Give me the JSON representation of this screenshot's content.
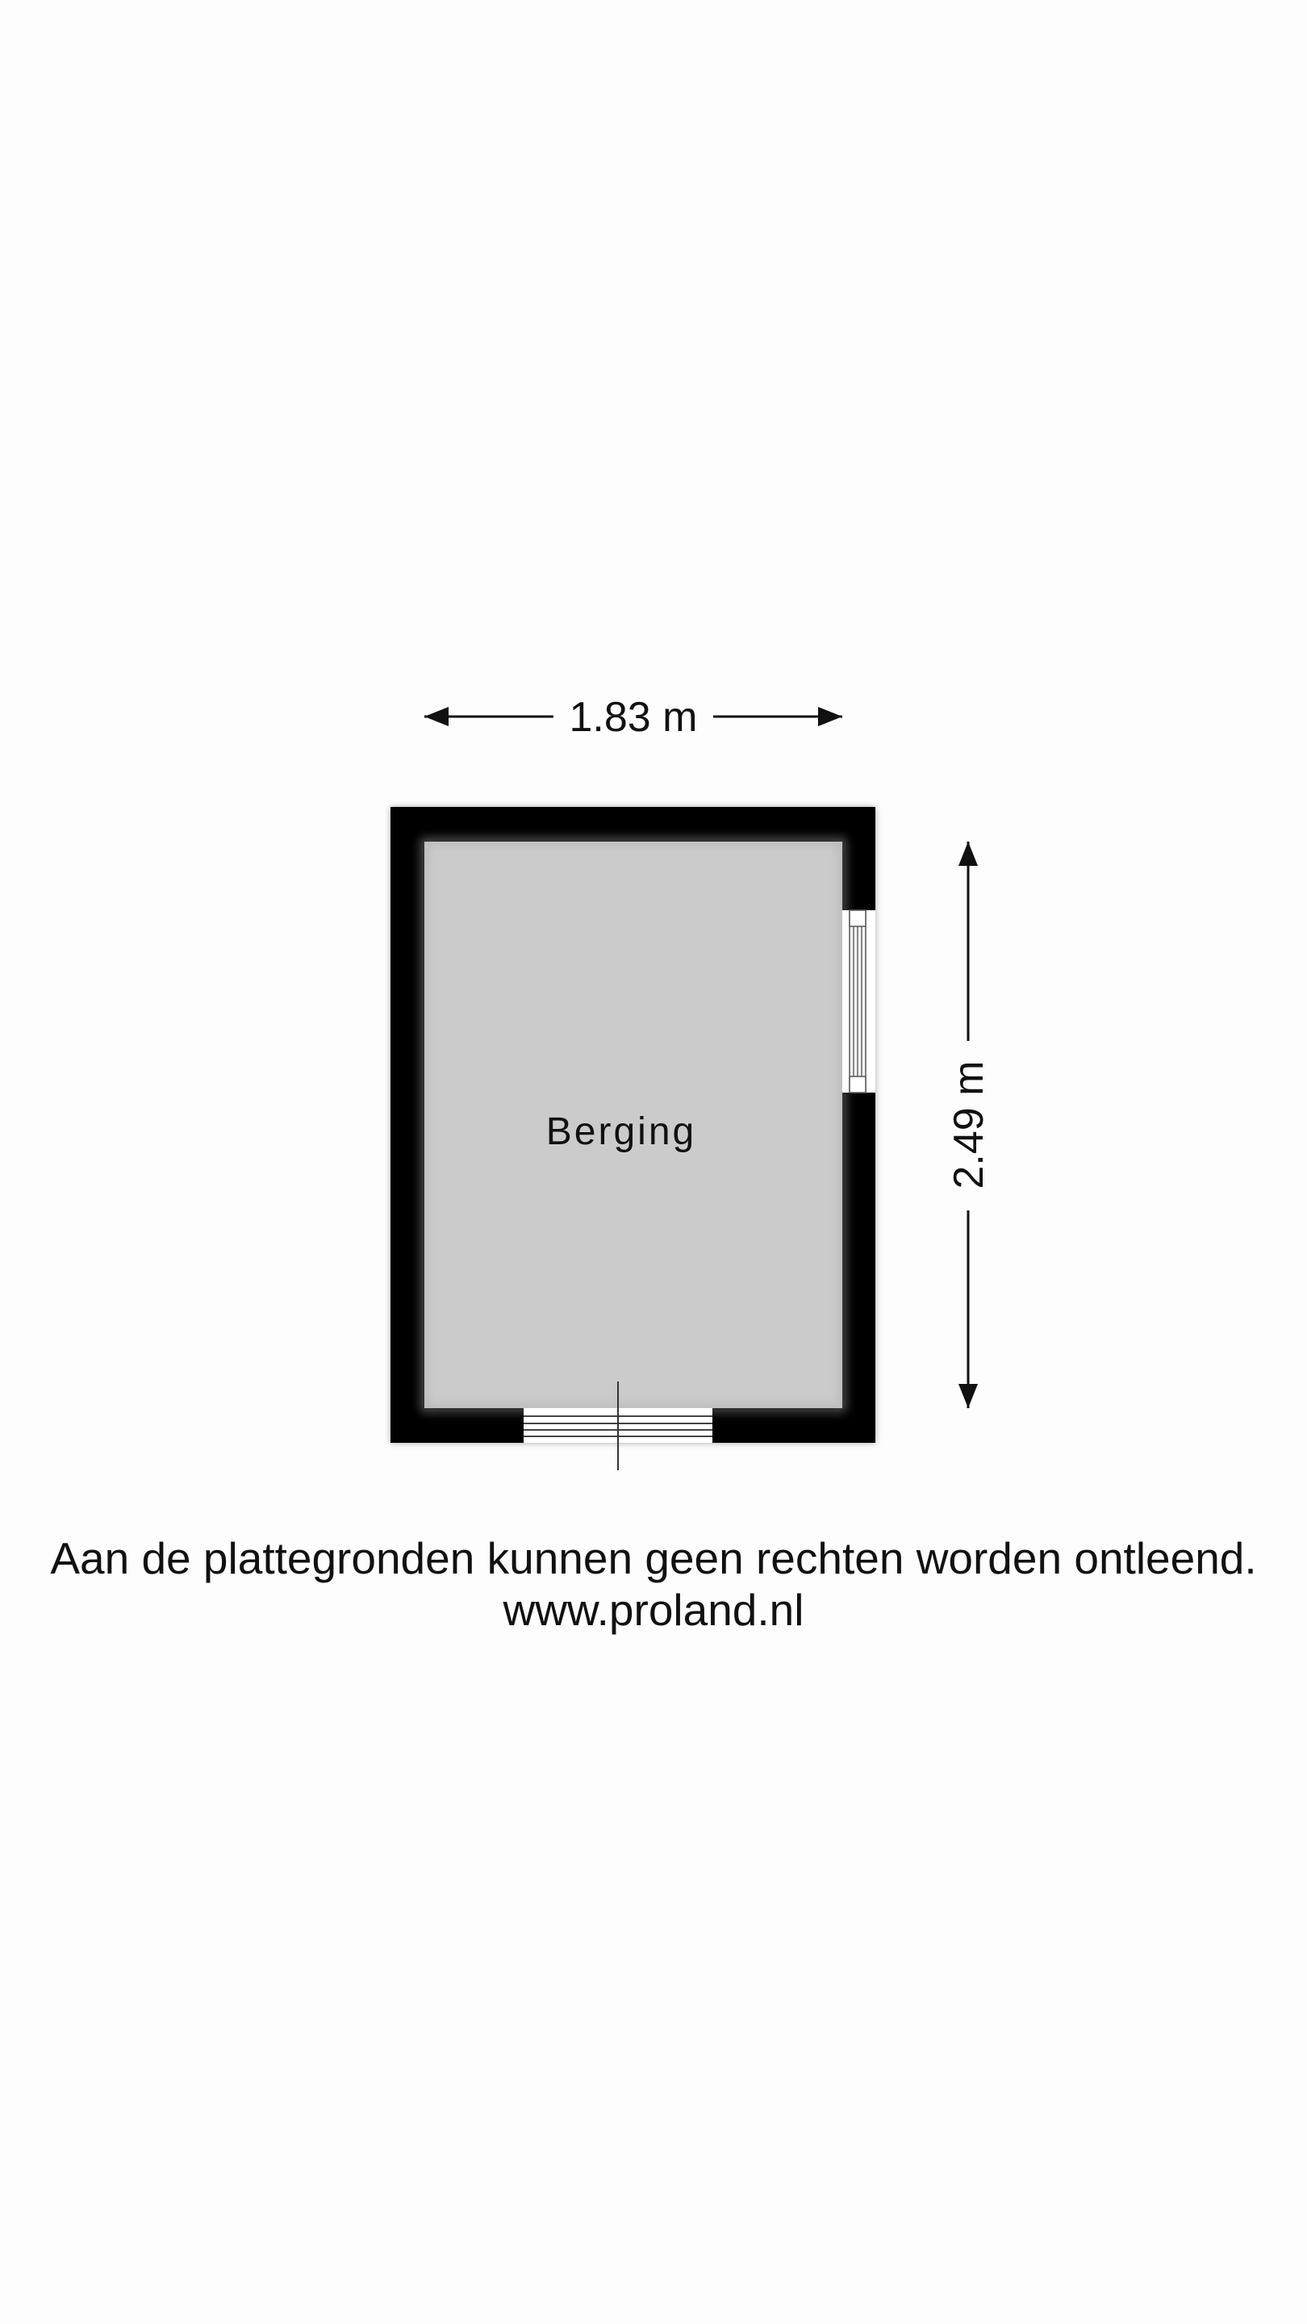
{
  "floorplan": {
    "room_label": "Berging",
    "width_label": "1.83 m",
    "height_label": "2.49 m"
  },
  "colors": {
    "wall": "#000000",
    "floor": "#cbcbcb",
    "background": "#fdfdfd",
    "text": "#111111"
  },
  "footer": {
    "disclaimer": "Aan de plattegronden kunnen geen rechten worden ontleend.",
    "website": "www.proland.nl"
  }
}
